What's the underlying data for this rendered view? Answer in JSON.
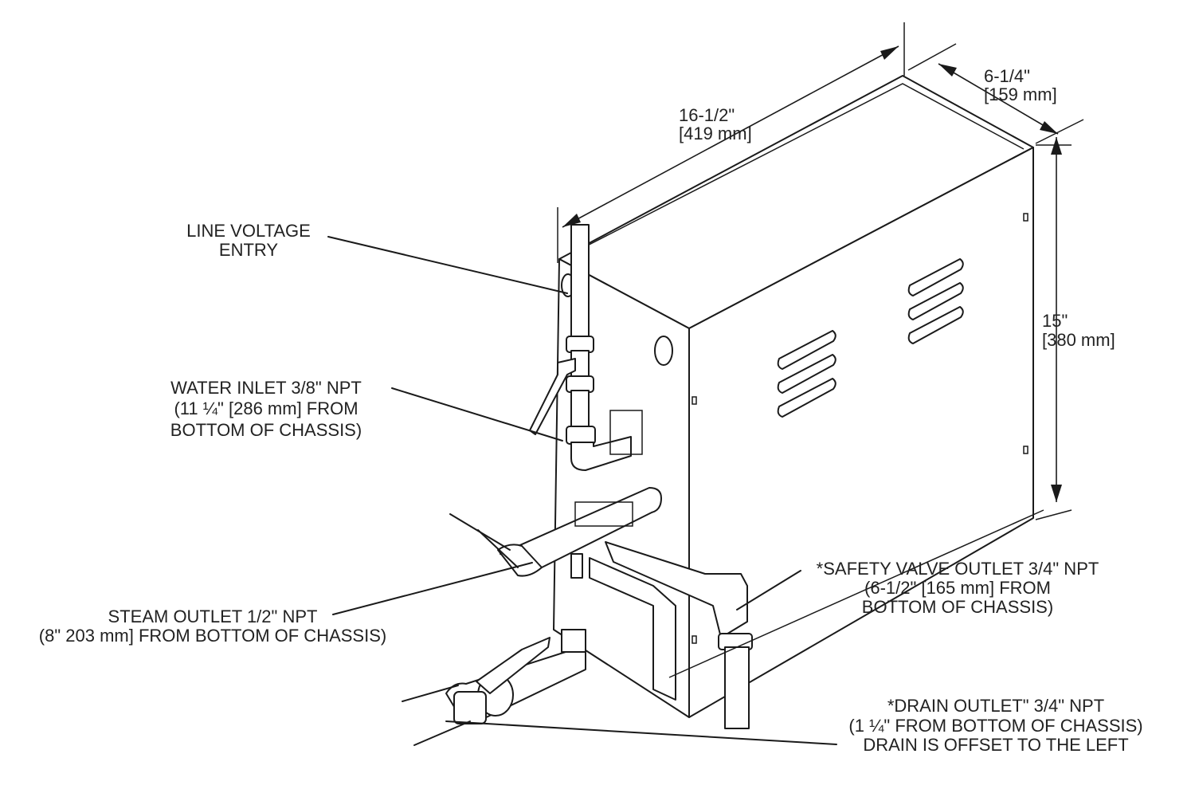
{
  "dimensions": {
    "width": {
      "imperial": "16-1/2\"",
      "metric": "[419 mm]"
    },
    "depth": {
      "imperial": "6-1/4\"",
      "metric": "[159 mm]"
    },
    "height": {
      "imperial": "15\"",
      "metric": "[380 mm]"
    }
  },
  "callouts": {
    "line_voltage": {
      "line1": "LINE VOLTAGE",
      "line2": "ENTRY"
    },
    "water_inlet": {
      "line1": "WATER INLET 3/8\" NPT",
      "line2": "(11 ¼\" [286 mm] FROM",
      "line3": "BOTTOM OF CHASSIS)"
    },
    "steam_outlet": {
      "line1": "STEAM OUTLET 1/2\" NPT",
      "line2": "(8\" 203 mm] FROM BOTTOM OF CHASSIS)"
    },
    "safety_valve": {
      "line1": "*SAFETY VALVE OUTLET  3/4\" NPT",
      "line2": "(6-1/2\" [165 mm] FROM",
      "line3": "BOTTOM OF CHASSIS)"
    },
    "drain_outlet": {
      "line1": "*DRAIN OUTLET\" 3/4\" NPT",
      "line2": "(1 ¼\" FROM BOTTOM OF CHASSIS)",
      "line3": "DRAIN IS OFFSET TO THE LEFT"
    }
  }
}
